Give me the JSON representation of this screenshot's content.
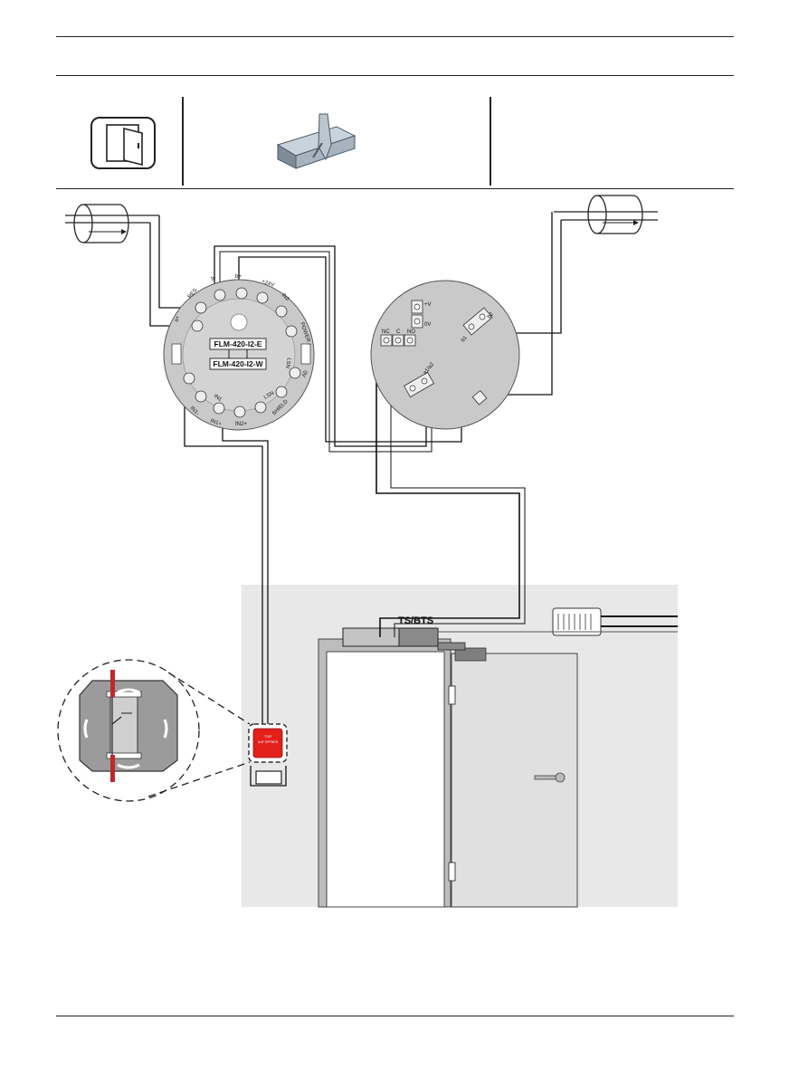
{
  "module": {
    "model_e": "FLM-420-I2-E",
    "model_w": "FLM-420-I2-W",
    "terminals": {
      "bat_plus": "a+",
      "bat_minus": "a-",
      "b_minus": "b-",
      "b_plus": "b+",
      "res": "RES",
      "v24": "+24V",
      "in1_top": "IN1",
      "power_minus": "POWER -",
      "in2_top": "IN2",
      "lsn": "LSN",
      "zero_v": "0V",
      "in1_minus": "IN1-",
      "in1_plus": "IN1+",
      "in2_plus": "IN2+",
      "shield": "SHIELD"
    }
  },
  "controller": {
    "terminals": {
      "plus_v": "+V",
      "zero_v": "0V",
      "nc": "NC",
      "c": "C",
      "no": "NO",
      "b1": "b1",
      "b2": "b2",
      "a1a2": "a1/a2"
    }
  },
  "door": {
    "closer_label": "TS/BTS"
  },
  "release_button": {
    "line1": "TÜR",
    "line2": "AUF ÖFFNEN"
  },
  "colors": {
    "panel": "#e8e8e8",
    "device_gray": "#c9c9c9",
    "button_red": "#e3201c",
    "wire_red": "#c0272d",
    "wire": "#111111"
  },
  "icons": [
    "door-icon",
    "magnetic-holder-icon",
    "wall-switch-icon"
  ]
}
